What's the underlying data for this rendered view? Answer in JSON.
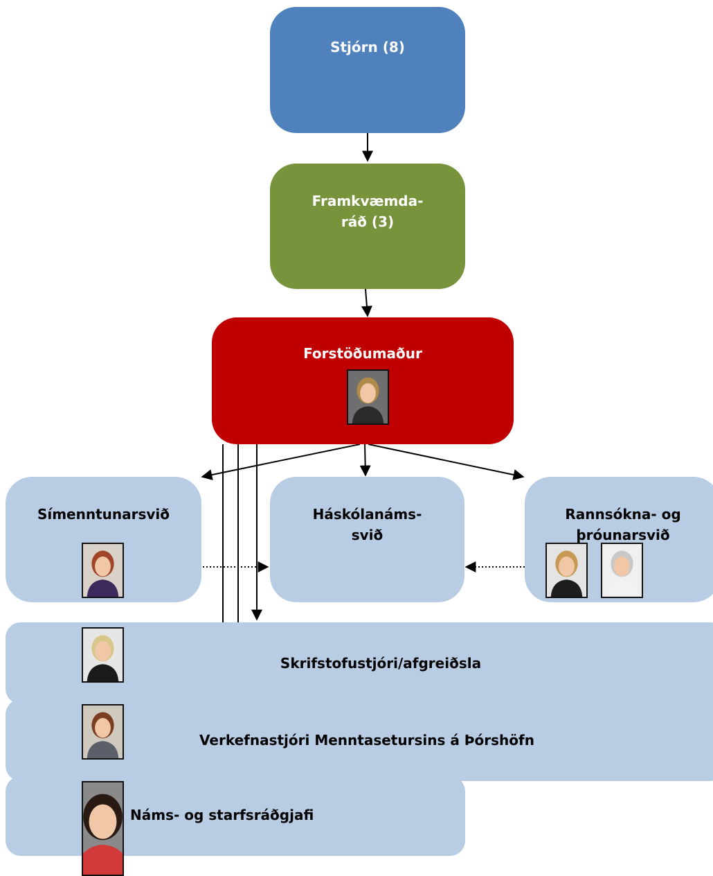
{
  "colors": {
    "board": "#4f81bd",
    "council": "#77933c",
    "director": "#c00000",
    "unit": "#b8cce4",
    "line": "#000000"
  },
  "nodes": {
    "board": "Stjórn (8)",
    "council": "Framkvæmda-\nráð (3)",
    "director": "Forstöðumaður",
    "continuing_ed": "Símenntunarsvið",
    "university": "Háskólanáms-\nsvið",
    "research": "Rannsókna- og\nþróunarsvið",
    "office": "Skrifstofustjóri/afgreiðsla",
    "project_manager": "Verkefnastjóri Menntasetursins á Þórshöfn",
    "counselor": "Náms- og starfsráðgjafi"
  },
  "photos": [
    {
      "id": "director",
      "hair": "#b08a4a",
      "shirt": "#2a2a2a",
      "bg": "#6f6f6f"
    },
    {
      "id": "continuing_ed",
      "hair": "#a0452a",
      "shirt": "#3d2a5c",
      "bg": "#d9d2c8"
    },
    {
      "id": "research_1",
      "hair": "#c69a55",
      "shirt": "#1d1d1d",
      "bg": "#e4e4e4"
    },
    {
      "id": "research_2",
      "hair": "#c8c8c8",
      "shirt": "#f2f2f2",
      "bg": "#f0f0f0"
    },
    {
      "id": "office",
      "hair": "#d8c78a",
      "shirt": "#1a1a1a",
      "bg": "#e6e6e6"
    },
    {
      "id": "project_manager",
      "hair": "#7a3e22",
      "shirt": "#5a5f6a",
      "bg": "#d0c9bd"
    },
    {
      "id": "counselor",
      "hair": "#2a1a14",
      "shirt": "#d23a3a",
      "bg": "#8a8a8a"
    }
  ]
}
